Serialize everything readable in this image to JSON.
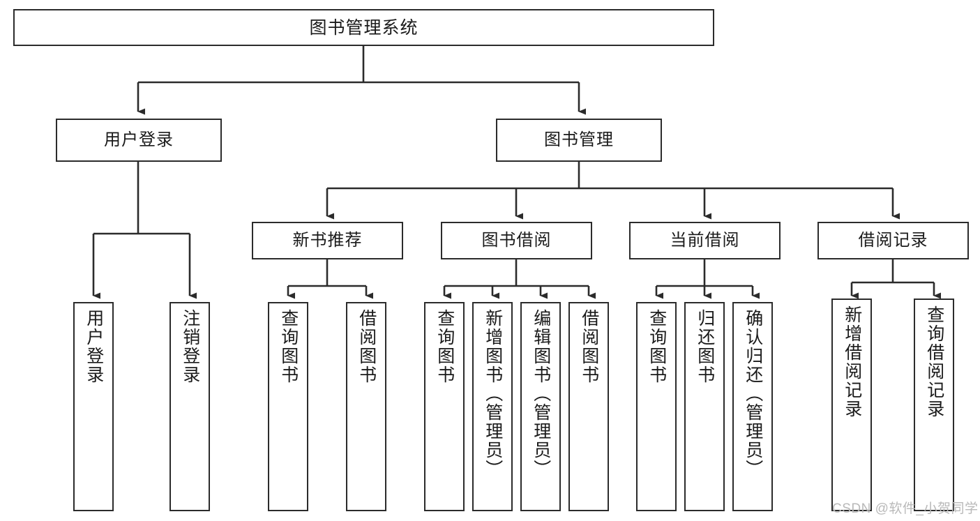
{
  "diagram": {
    "title": "图书管理系统",
    "type": "hierarchy-tree",
    "orientation": "top-down",
    "watermark": "CSDN @软件_小贺同学",
    "colors": {
      "border": "#2b2b2b",
      "background": "#ffffff",
      "text": "#1a1a1a",
      "edge": "#2b2b2b",
      "watermark": "#b9b9b9"
    },
    "nodes": {
      "root": {
        "label": "图书管理系统"
      },
      "level1": [
        {
          "label": "用户登录"
        },
        {
          "label": "图书管理"
        }
      ],
      "level2": [
        {
          "label": "新书推荐"
        },
        {
          "label": "图书借阅"
        },
        {
          "label": "当前借阅"
        },
        {
          "label": "借阅记录"
        }
      ],
      "leaves": {
        "user_login": [
          {
            "label": "用户登录"
          },
          {
            "label": "注销登录"
          }
        ],
        "new_book": [
          {
            "label": "查询图书"
          },
          {
            "label": "借阅图书"
          }
        ],
        "book_borrow": [
          {
            "label": "查询图书"
          },
          {
            "label": "新增图书（管理员）"
          },
          {
            "label": "编辑图书（管理员）"
          },
          {
            "label": "借阅图书"
          }
        ],
        "current_borrow": [
          {
            "label": "查询图书"
          },
          {
            "label": "归还图书"
          },
          {
            "label": "确认归还（管理员）"
          }
        ],
        "borrow_record": [
          {
            "label": "新增借阅记录"
          },
          {
            "label": "查询借阅记录"
          }
        ]
      }
    }
  }
}
